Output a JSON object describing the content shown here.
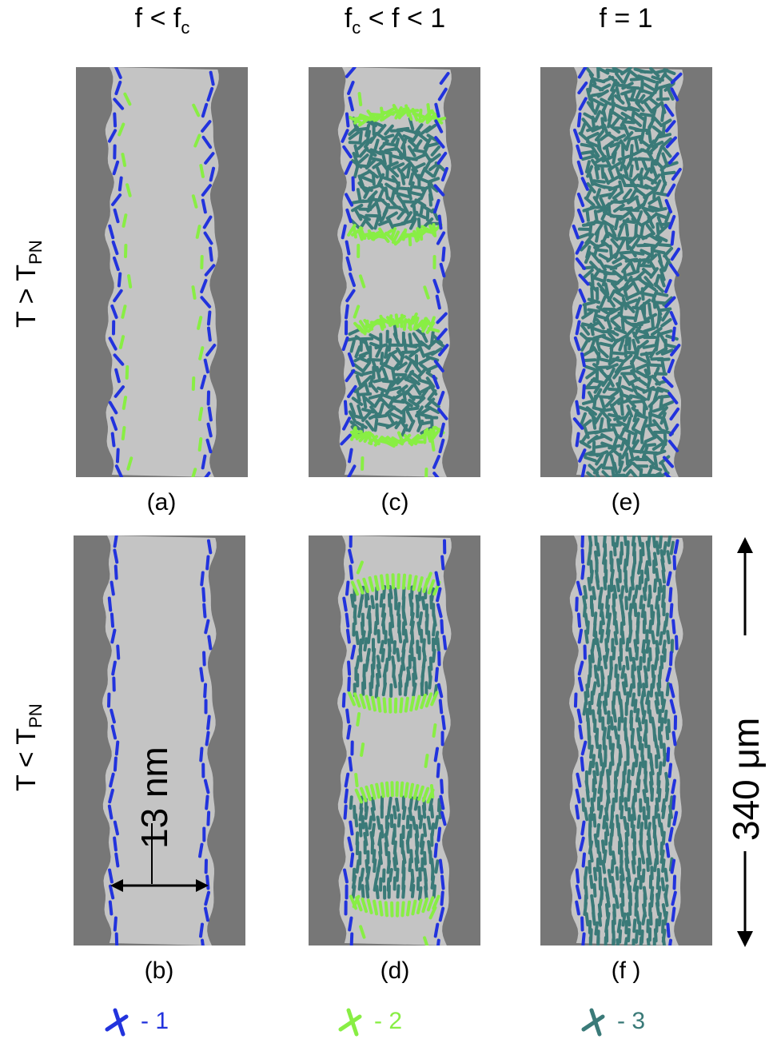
{
  "columns": [
    {
      "main": "f < f",
      "sub": "c",
      "suffix": ""
    },
    {
      "main": "f",
      "sub": "c",
      "suffix": " < f < 1"
    },
    {
      "main": "f = 1",
      "sub": "",
      "suffix": ""
    }
  ],
  "rows": [
    {
      "main": "T > T",
      "sub": "PN"
    },
    {
      "main": "T < T",
      "sub": "PN"
    }
  ],
  "panels": [
    {
      "label": "(a)",
      "row": 0,
      "col": 0,
      "inner": "none",
      "phase": "iso"
    },
    {
      "label": "(c)",
      "row": 0,
      "col": 1,
      "inner": "bands",
      "phase": "iso"
    },
    {
      "label": "(e)",
      "row": 0,
      "col": 2,
      "inner": "full",
      "phase": "iso"
    },
    {
      "label": "(b)",
      "row": 1,
      "col": 0,
      "inner": "none",
      "phase": "nem"
    },
    {
      "label": "(d)",
      "row": 1,
      "col": 1,
      "inner": "bands",
      "phase": "nem"
    },
    {
      "label": "(f )",
      "row": 1,
      "col": 2,
      "inner": "full",
      "phase": "nem"
    }
  ],
  "annotations": {
    "pore_width": "13 nm",
    "length_scale": "340 μm"
  },
  "legend": [
    {
      "label": "- 1",
      "color": "#2233dd"
    },
    {
      "label": "- 2",
      "color": "#88ee44"
    },
    {
      "label": "- 3",
      "color": "#3a7a78"
    }
  ],
  "colors": {
    "wall": "#777777",
    "pore": "#c4c4c4",
    "species1": "#2233dd",
    "species2": "#88ee44",
    "species3": "#3a7a78"
  }
}
